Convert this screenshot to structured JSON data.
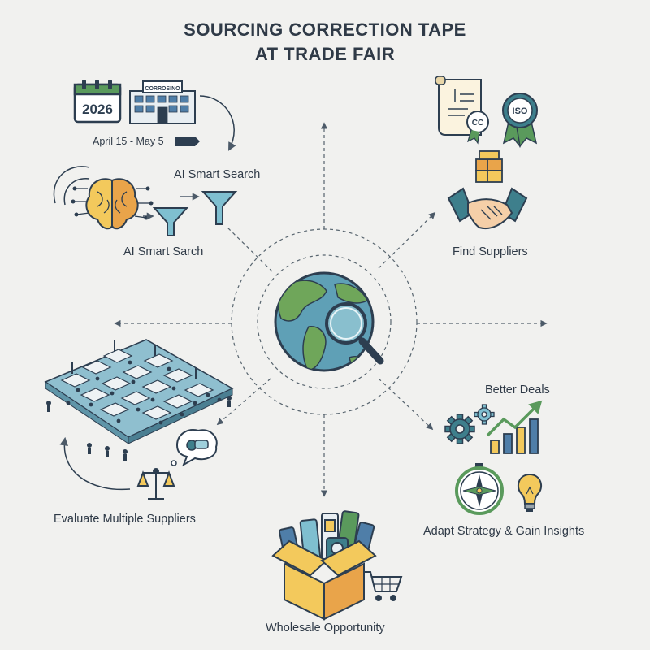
{
  "title": {
    "line1": "SOURCING CORRECTION TAPE",
    "line2": "AT TRADE FAIR"
  },
  "event": {
    "year": "2026",
    "building_sign": "CORROSINO",
    "date_range": "April 15 - May 5"
  },
  "labels": {
    "ai_smart_search_top": "AI Smart Search",
    "ai_smart_search_bottom": "AI Smart Sarch",
    "find_suppliers": "Find Suppliers",
    "better_deals": "Better Deals",
    "adapt_strategy": "Adapt Strategy & Gain Insights",
    "evaluate_suppliers": "Evaluate Multiple Suppliers",
    "wholesale": "Wholesale Opportunity"
  },
  "badges": {
    "cc": "CC",
    "iso": "ISO"
  },
  "colors": {
    "navy": "#2d3e50",
    "teal": "#3e7f8c",
    "ocean": "#5fa0b6",
    "land": "#6fa65a",
    "yellow": "#f3c95c",
    "orange": "#e9a44a",
    "green": "#5a9a5c",
    "blue": "#4f7ea8",
    "background": "#f1f1ef"
  },
  "icons": [
    "calendar-icon",
    "building-icon",
    "brain-icon",
    "funnel-icon",
    "globe-icon",
    "magnifier-icon",
    "certificate-icon",
    "iso-badge-icon",
    "boxes-icon",
    "handshake-icon",
    "gears-icon",
    "growth-chart-icon",
    "compass-icon",
    "lightbulb-icon",
    "trade-fair-floor-icon",
    "scale-icon",
    "tape-bubble-icon",
    "box-of-products-icon",
    "shopping-cart-icon"
  ]
}
